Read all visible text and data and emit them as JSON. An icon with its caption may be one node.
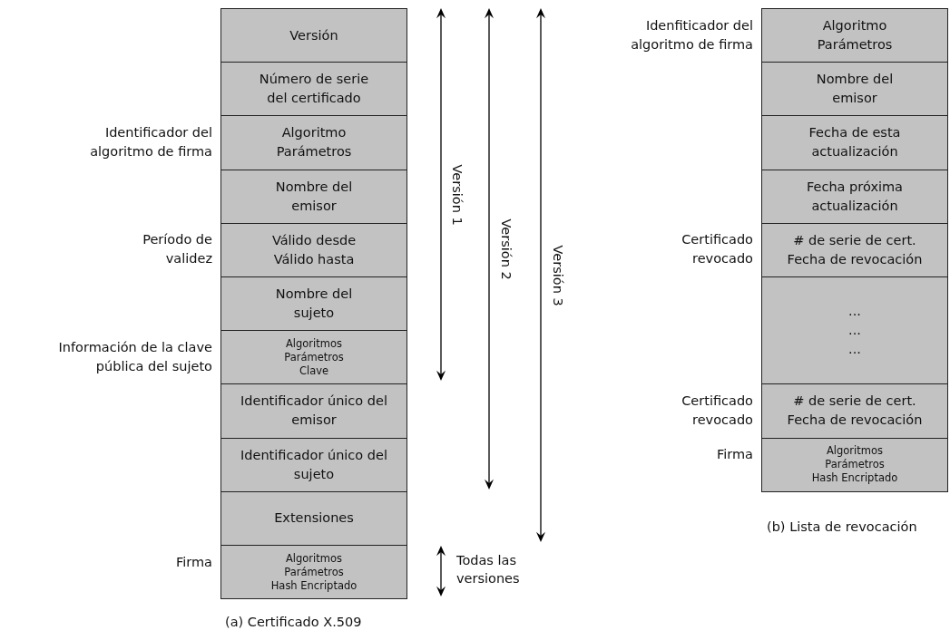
{
  "diagram": {
    "nodes": [
      {
        "text": [
          "Versión"
        ]
      },
      {
        "text": [
          "Número de serie del certificado"
        ]
      },
      {
        "text": [
          "Algoritmo",
          "Parámetros"
        ],
        "beside": [
          "Identificador del algoritmo de firma"
        ]
      },
      {
        "text": [
          "Nombre del emisor"
        ]
      },
      {
        "text": [
          "Válido desde",
          "Válido hasta"
        ],
        "beside": [
          "Período de validez"
        ]
      },
      {
        "text": [
          "Nombre del sujeto"
        ]
      },
      {
        "text": [
          "Algoritmos",
          "Parámetros",
          "Clave"
        ],
        "beside": [
          "Información de la clave pública del sujeto"
        ]
      },
      {
        "text": [
          "Identificador único del emisor"
        ]
      },
      {
        "text": [
          "Identificador único del sujeto"
        ]
      },
      {
        "text": [
          "Extensiones"
        ]
      },
      {
        "text": [
          "Algoritmos",
          "Parámetros",
          "Hash Encriptado"
        ],
        "beside": [
          "Firma"
        ]
      },
      {
        "text": [
          "Algoritmo",
          "Parámetros"
        ],
        "beside": [
          "Idenfiticador del algoritmo de firma"
        ]
      },
      {
        "text": [
          "Nombre del emisor"
        ]
      },
      {
        "text": [
          "Fecha de esta actualización"
        ]
      },
      {
        "text": [
          "Fecha próxima actualización"
        ]
      },
      {
        "text": [
          "# de serie de cert.",
          "Fecha de revocación"
        ],
        "beside": [
          "Certificado revocado"
        ]
      },
      {
        "text": [
          "...",
          "...",
          "..."
        ]
      },
      {
        "text": [
          "# de serie de cert.",
          "Fecha de revocación"
        ],
        "beside": [
          "Certificado revocado"
        ]
      },
      {
        "text": [
          "Algoritmos",
          "Parámetros",
          "Hash Encriptado"
        ],
        "beside": [
          "Firma"
        ]
      }
    ],
    "labels": [
      "Versión 1",
      "Versión 2",
      "Versión 3",
      "Todas las versiones",
      "(a) Certificado X.509",
      "(b) Lista de revocación"
    ]
  }
}
